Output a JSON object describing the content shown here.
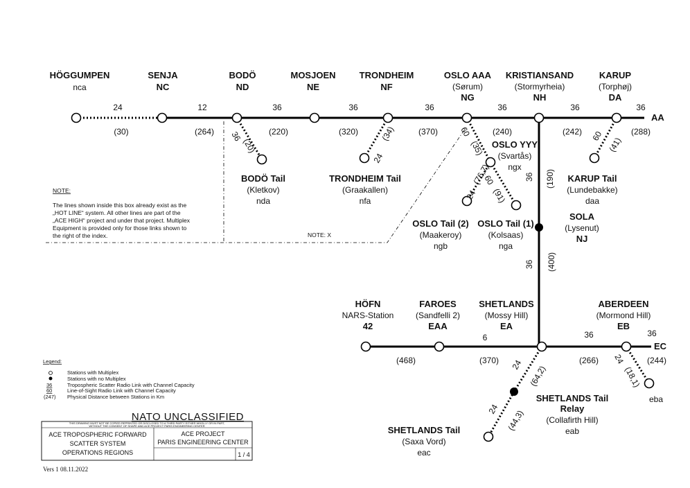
{
  "stations": {
    "hoggumpen": {
      "name": "HÖGGUMPEN",
      "code": "nca"
    },
    "senja": {
      "name": "SENJA",
      "code": "NC"
    },
    "bodo": {
      "name": "BODÖ",
      "code": "ND"
    },
    "mosjoen": {
      "name": "MOSJOEN",
      "code": "NE"
    },
    "trondheim": {
      "name": "TRONDHEIM",
      "code": "NF"
    },
    "oslo_aaa": {
      "name": "OSLO AAA",
      "location": "(Sørum)",
      "code": "NG"
    },
    "kristiansand": {
      "name": "KRISTIANSAND",
      "location": "(Stormyrheia)",
      "code": "NH"
    },
    "karup": {
      "name": "KARUP",
      "location": "(Torphøj)",
      "code": "DA"
    },
    "bodo_tail": {
      "name": "BODÖ Tail",
      "location": "(Kletkov)",
      "code": "nda"
    },
    "trondheim_tail": {
      "name": "TRONDHEIM Tail",
      "location": "(Graakallen)",
      "code": "nfa"
    },
    "oslo_yyy": {
      "name": "OSLO YYY",
      "location": "(Svartås)",
      "code": "ngx"
    },
    "karup_tail": {
      "name": "KARUP Tail",
      "location": "(Lundebakke)",
      "code": "daa"
    },
    "sola": {
      "name": "SOLA",
      "location": "(Lysenut)",
      "code": "NJ"
    },
    "oslo_tail_2": {
      "name": "OSLO Tail (2)",
      "location": "(Maakeroy)",
      "code": "ngb"
    },
    "oslo_tail_1": {
      "name": "OSLO Tail (1)",
      "location": "(Kolsaas)",
      "code": "nga"
    },
    "hofn": {
      "name": "HÖFN",
      "location": "NARS-Station",
      "code": "42"
    },
    "faroes": {
      "name": "FAROES",
      "location": "(Sandfelli 2)",
      "code": "EAA"
    },
    "shetlands": {
      "name": "SHETLANDS",
      "location": "(Mossy Hill)",
      "code": "EA"
    },
    "aberdeen": {
      "name": "ABERDEEN",
      "location": "(Mormond Hill)",
      "code": "EB"
    },
    "eba": {
      "code": "eba"
    },
    "shetlands_tail_relay": {
      "name": "SHETLANDS Tail",
      "name2": "Relay",
      "location": "(Collafirth Hill)",
      "code": "eab"
    },
    "shetlands_tail": {
      "name": "SHETLANDS Tail",
      "location": "(Saxa Vord)",
      "code": "eac"
    }
  },
  "line_ends": {
    "aa": "AA",
    "ec": "EC"
  },
  "links": {
    "hog_senja": {
      "cap": "24",
      "dist": "(30)"
    },
    "senja_bodo": {
      "cap": "12",
      "dist": "(264)"
    },
    "bodo_mosjoen": {
      "cap": "36",
      "dist": "(220)"
    },
    "mosjoen_trondheim": {
      "cap": "36",
      "dist": "(320)"
    },
    "trondheim_oslo": {
      "cap": "36",
      "dist": "(370)"
    },
    "oslo_kristiansand": {
      "cap": "36",
      "dist": "(240)"
    },
    "kristiansand_karup": {
      "cap": "36",
      "dist": "(242)"
    },
    "karup_aa": {
      "cap": "36",
      "dist": "(288)"
    },
    "bodo_tail": {
      "cap": "36",
      "dist": "(20)"
    },
    "trondheim_tail": {
      "cap": "24",
      "dist": "(34)"
    },
    "oslo_yyy": {
      "cap": "60",
      "dist": "(35)"
    },
    "yyy_tail2": {
      "cap": "24",
      "dist": "(76,7)"
    },
    "yyy_tail1": {
      "cap": "60",
      "dist": "(91)"
    },
    "karup_tail": {
      "cap": "60",
      "dist": "(41)"
    },
    "kristiansand_sola": {
      "cap": "36",
      "dist": "(190)"
    },
    "sola_shetlands": {
      "cap": "36",
      "dist": "(400)"
    },
    "hofn_faroes": {
      "dist": "(468)"
    },
    "faroes_shetlands": {
      "cap": "6",
      "dist": "(370)"
    },
    "shetlands_aberdeen": {
      "cap": "36",
      "dist": "(266)"
    },
    "aberdeen_ec": {
      "cap": "36",
      "dist": "(244)"
    },
    "aberdeen_eba": {
      "cap": "24",
      "dist": "(18,1)"
    },
    "shetlands_relay": {
      "cap": "24",
      "dist": "(64,2)"
    },
    "relay_tail": {
      "cap": "24",
      "dist": "(44,3)"
    }
  },
  "note": {
    "heading": "NOTE:",
    "lines": [
      "The lines shown inside this box already exist as the",
      "„HOT LINE“ system. All other lines are part of the",
      "„ACE HIGH“ project and under that project. Multiplex",
      "Equipment is provided only for those links shown to",
      "the right of the index."
    ],
    "note_x": "NOTE: X"
  },
  "legend": {
    "title": "Legend:",
    "items": [
      {
        "sym": "",
        "text": "Stations with Multiplex"
      },
      {
        "sym": "",
        "text": "Stations with no Multiplex"
      },
      {
        "sym": "36",
        "text": "Tropospheric Scatter Radio Link with Channel Capacity"
      },
      {
        "sym": "60",
        "text": "Line-of-Sight Radio Link with Channel Capacity"
      },
      {
        "sym": "(247)",
        "text": "Physical Distance between Stations in Km"
      }
    ]
  },
  "title_block": {
    "classification": "NATO UNCLASSIFIED",
    "fine_print_1": "THIS DRAWING MUST NOT BE COPIED REPRINTED OR DISCLOSED TO A THIRD PARTY EITHER WHOLLY OR IN PART,",
    "fine_print_2": "WITHOUT THE CONSENT OF SHAPE AND ACE PROJECT PARIS ENGINEERING CENTER",
    "left_1": "ACE TROPOSPHERIC FORWARD",
    "left_2": "SCATTER SYSTEM",
    "left_3": "OPERATIONS REGIONS",
    "right_1": "ACE PROJECT",
    "right_2": "PARIS ENGINEERING CENTER",
    "sheet": "1 / 4"
  },
  "version": "Vers 1 08.11.2022"
}
